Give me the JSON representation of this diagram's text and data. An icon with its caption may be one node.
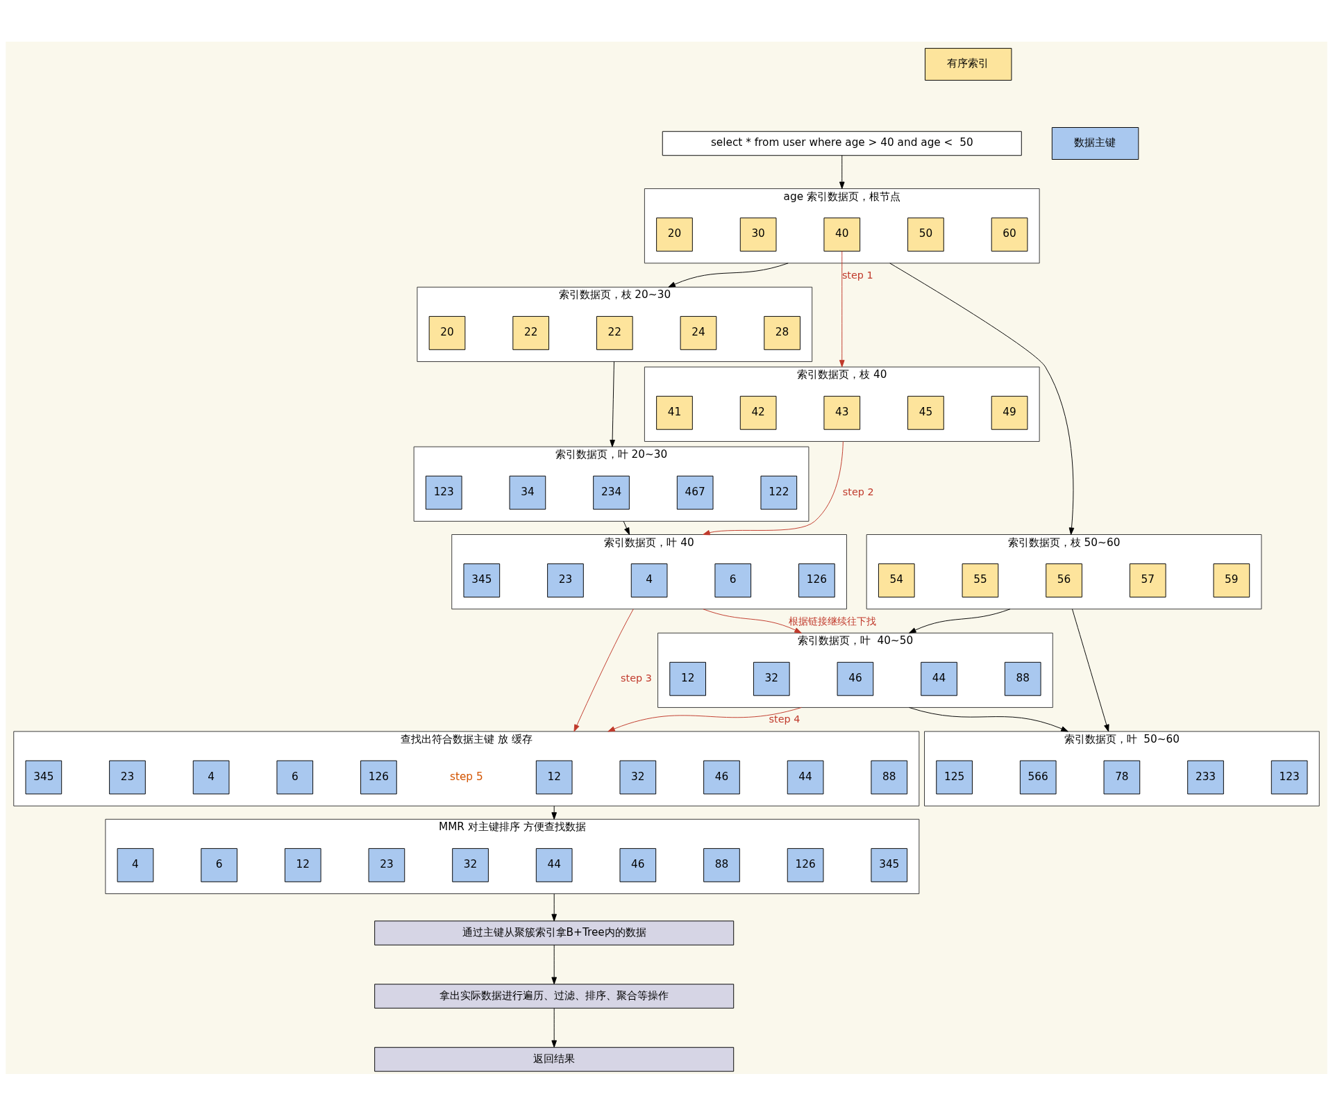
{
  "diagram": {
    "nodes": [
      {
        "text": [
          "select * from user where age > 40 and age <  50"
        ]
      },
      {
        "text": [
          "age 索引数据页，根节点"
        ]
      },
      {
        "text": [
          "20"
        ],
        "in": 1
      },
      {
        "text": [
          "30"
        ],
        "in": 1
      },
      {
        "text": [
          "40"
        ],
        "in": 1
      },
      {
        "text": [
          "50"
        ],
        "in": 1
      },
      {
        "text": [
          "60"
        ],
        "in": 1
      },
      {
        "text": [
          "索引数据页，枝 20~30"
        ]
      },
      {
        "text": [
          "20"
        ],
        "in": 7
      },
      {
        "text": [
          "22"
        ],
        "in": 7
      },
      {
        "text": [
          "22"
        ],
        "in": 7
      },
      {
        "text": [
          "24"
        ],
        "in": 7
      },
      {
        "text": [
          "28"
        ],
        "in": 7
      },
      {
        "text": [
          "索引数据页，枝 40"
        ]
      },
      {
        "text": [
          "41"
        ],
        "in": 13
      },
      {
        "text": [
          "42"
        ],
        "in": 13
      },
      {
        "text": [
          "43"
        ],
        "in": 13
      },
      {
        "text": [
          "45"
        ],
        "in": 13
      },
      {
        "text": [
          "49"
        ],
        "in": 13
      },
      {
        "text": [
          "索引数据页，枝 50~60"
        ]
      },
      {
        "text": [
          "54"
        ],
        "in": 19
      },
      {
        "text": [
          "55"
        ],
        "in": 19
      },
      {
        "text": [
          "56"
        ],
        "in": 19
      },
      {
        "text": [
          "57"
        ],
        "in": 19
      },
      {
        "text": [
          "59"
        ],
        "in": 19
      },
      {
        "text": [
          "索引数据页，叶 20~30"
        ]
      },
      {
        "text": [
          "123"
        ],
        "in": 25
      },
      {
        "text": [
          "34"
        ],
        "in": 25
      },
      {
        "text": [
          "234"
        ],
        "in": 25
      },
      {
        "text": [
          "467"
        ],
        "in": 25
      },
      {
        "text": [
          "122"
        ],
        "in": 25
      },
      {
        "text": [
          "索引数据页，叶 40"
        ]
      },
      {
        "text": [
          "345"
        ],
        "in": 31
      },
      {
        "text": [
          "23"
        ],
        "in": 31
      },
      {
        "text": [
          "4"
        ],
        "in": 31
      },
      {
        "text": [
          "6"
        ],
        "in": 31
      },
      {
        "text": [
          "126"
        ],
        "in": 31
      },
      {
        "text": [
          "索引数据页，叶  40~50"
        ]
      },
      {
        "text": [
          "12"
        ],
        "in": 37
      },
      {
        "text": [
          "32"
        ],
        "in": 37
      },
      {
        "text": [
          "46"
        ],
        "in": 37
      },
      {
        "text": [
          "44"
        ],
        "in": 37
      },
      {
        "text": [
          "88"
        ],
        "in": 37
      },
      {
        "text": [
          "索引数据页，叶  50~60"
        ]
      },
      {
        "text": [
          "125"
        ],
        "in": 43
      },
      {
        "text": [
          "566"
        ],
        "in": 43
      },
      {
        "text": [
          "78"
        ],
        "in": 43
      },
      {
        "text": [
          "233"
        ],
        "in": 43
      },
      {
        "text": [
          "123"
        ],
        "in": 43
      },
      {
        "text": [
          "查找出符合数据主键 放 缓存"
        ]
      },
      {
        "text": [
          "345"
        ],
        "in": 49
      },
      {
        "text": [
          "23"
        ],
        "in": 49
      },
      {
        "text": [
          "4"
        ],
        "in": 49
      },
      {
        "text": [
          "6"
        ],
        "in": 49
      },
      {
        "text": [
          "126"
        ],
        "in": 49
      },
      {
        "text": [
          "12"
        ],
        "in": 49
      },
      {
        "text": [
          "32"
        ],
        "in": 49
      },
      {
        "text": [
          "46"
        ],
        "in": 49
      },
      {
        "text": [
          "44"
        ],
        "in": 49
      },
      {
        "text": [
          "88"
        ],
        "in": 49
      },
      {
        "text": [
          "MMR 对主键排序 方便查找数据"
        ]
      },
      {
        "text": [
          "4"
        ],
        "in": 60
      },
      {
        "text": [
          "6"
        ],
        "in": 60
      },
      {
        "text": [
          "12"
        ],
        "in": 60
      },
      {
        "text": [
          "23"
        ],
        "in": 60
      },
      {
        "text": [
          "32"
        ],
        "in": 60
      },
      {
        "text": [
          "44"
        ],
        "in": 60
      },
      {
        "text": [
          "46"
        ],
        "in": 60
      },
      {
        "text": [
          "88"
        ],
        "in": 60
      },
      {
        "text": [
          "126"
        ],
        "in": 60
      },
      {
        "text": [
          "345"
        ],
        "in": 60
      },
      {
        "text": [
          "通过主键从聚簇索引拿B+Tree内的数据"
        ]
      },
      {
        "text": [
          "拿出实际数据进行遍历、过滤、排序、聚合等操作"
        ]
      },
      {
        "text": [
          "返回结果"
        ]
      }
    ],
    "edges": [
      {
        "from": 0,
        "to": 1,
        "arrow": "to"
      },
      {
        "from": 1,
        "to": 7,
        "arrow": "to"
      },
      {
        "from": 4,
        "to": 13,
        "arrow": "to",
        "label": "step 1",
        "color": "#c0392b"
      },
      {
        "from": 1,
        "to": 19,
        "arrow": "to"
      },
      {
        "from": 7,
        "to": 25,
        "arrow": "to"
      },
      {
        "from": 13,
        "to": 31,
        "arrow": "to",
        "label": "step 2",
        "color": "#c0392b"
      },
      {
        "from": 19,
        "to": 37,
        "arrow": "to"
      },
      {
        "from": 19,
        "to": 43,
        "arrow": "to"
      },
      {
        "from": 25,
        "to": 31,
        "arrow": "to"
      },
      {
        "from": 31,
        "to": 37,
        "arrow": "to",
        "label": "根据链接继续往下找",
        "color": "#c0392b"
      },
      {
        "from": 37,
        "to": 43,
        "arrow": "to"
      },
      {
        "from": 31,
        "to": 49,
        "arrow": "to",
        "label": "step 3",
        "color": "#c0392b"
      },
      {
        "from": 37,
        "to": 49,
        "arrow": "to",
        "label": "step 4",
        "color": "#c0392b"
      },
      {
        "from": 49,
        "to": 60,
        "arrow": "to"
      },
      {
        "from": 60,
        "to": 71,
        "arrow": "to"
      },
      {
        "from": 71,
        "to": 72,
        "arrow": "to"
      },
      {
        "from": 72,
        "to": 73,
        "arrow": "to"
      }
    ],
    "labels": [
      "step 5"
    ],
    "legend": [
      {
        "text": "有序索引",
        "color": "#fde49c"
      },
      {
        "text": "数据主键",
        "color": "#a9c8ef"
      }
    ]
  }
}
